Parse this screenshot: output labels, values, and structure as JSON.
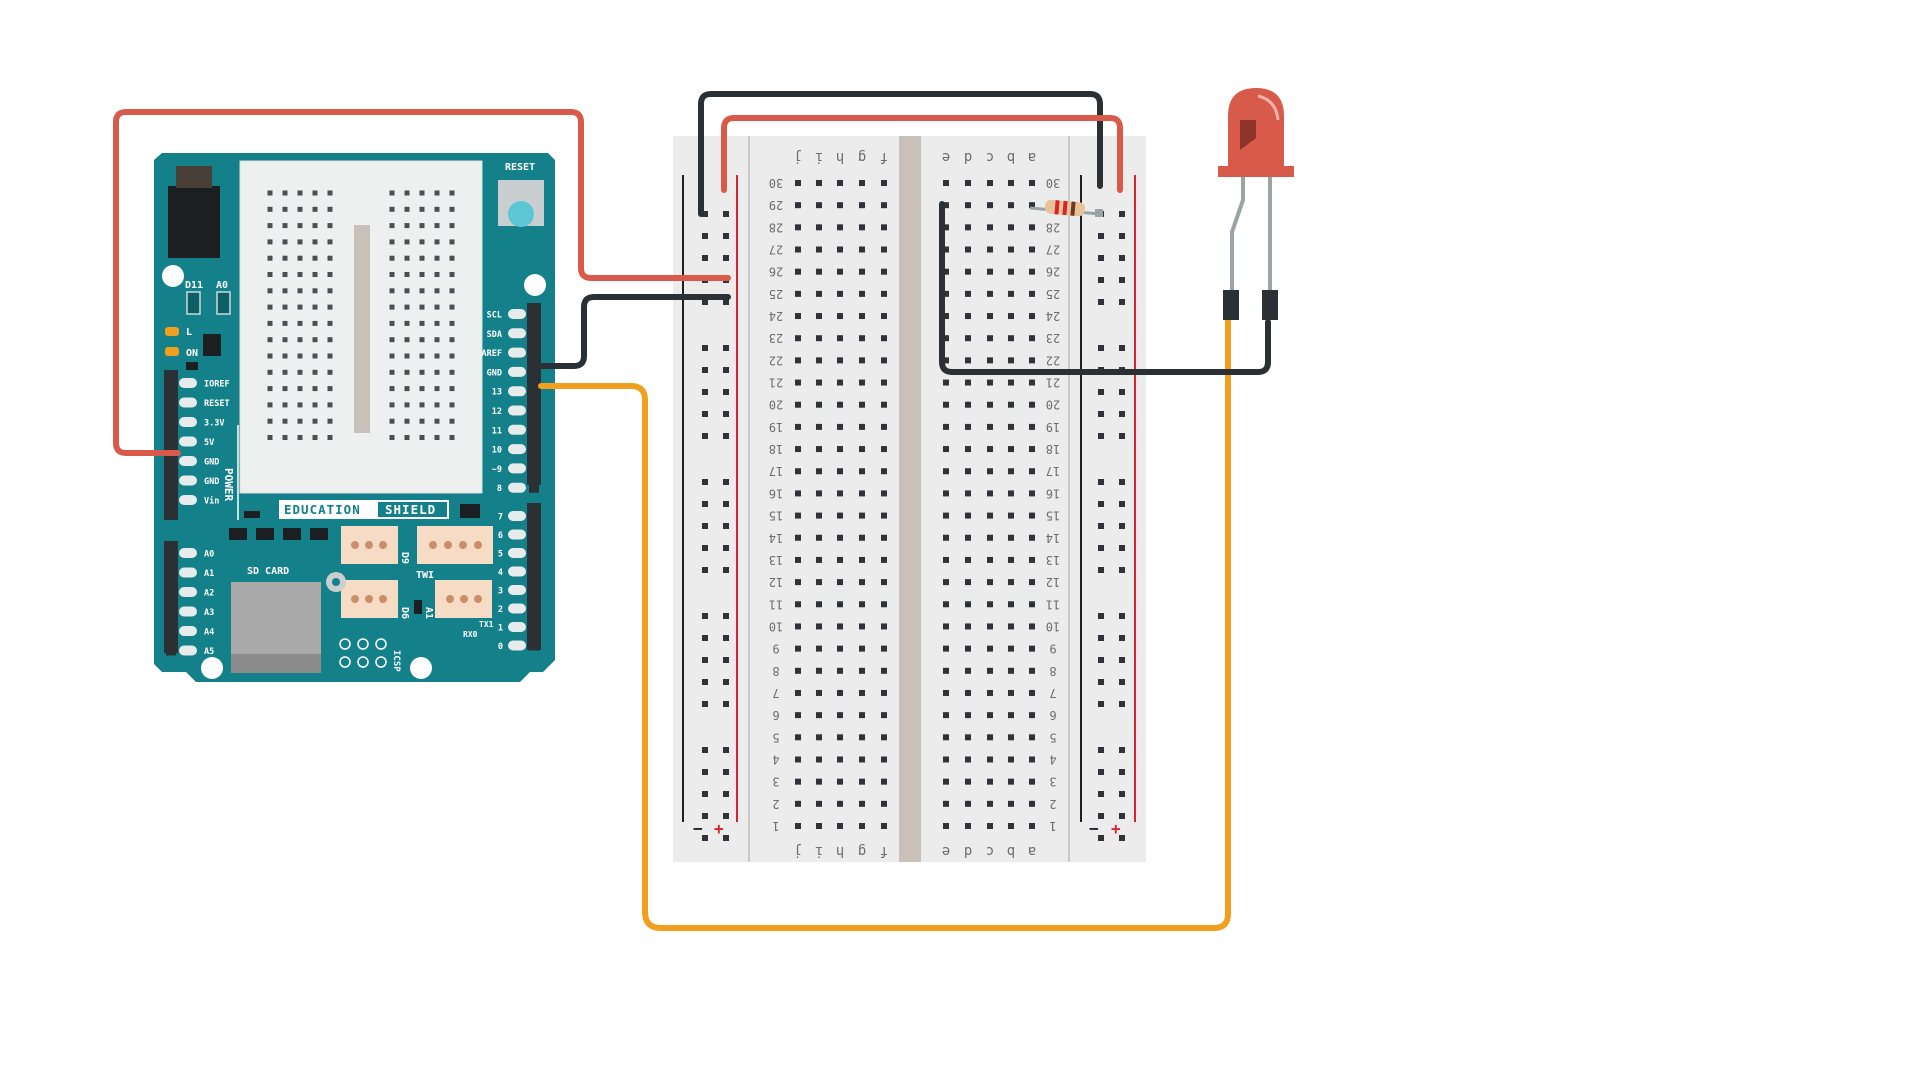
{
  "colors": {
    "board": "#14808a",
    "board_dark": "#0d5f67",
    "wire_red": "#d95a4a",
    "wire_black": "#2b3035",
    "wire_orange": "#f0a01e",
    "breadboard": "#ececec",
    "breadboard_channel": "#c9c1b9",
    "hole": "#2f3338",
    "rail_red": "#d7262b",
    "rail_black": "#1e2124",
    "led_red": "#d75a4a",
    "leg": "#9aa3a5"
  },
  "shield": {
    "brand_left": "EDUCATION",
    "brand_right": "SHIELD",
    "reset_label": "RESET",
    "sd_card_label": "SD CARD",
    "power_label": "POWER",
    "icsp_label": "ICSP",
    "led_labels": {
      "d11": "D11",
      "a0": "A0",
      "l": "L",
      "on": "ON"
    },
    "power_pins": [
      "IOREF",
      "RESET",
      "3.3V",
      "5V",
      "GND",
      "GND",
      "Vin"
    ],
    "analog_pins": [
      "A0",
      "A1",
      "A2",
      "A3",
      "A4",
      "A5"
    ],
    "digital_top_pins": [
      "SCL",
      "SDA",
      "AREF",
      "GND",
      "13",
      "12",
      "11",
      "10",
      "~9",
      "8"
    ],
    "digital_bottom_pins": [
      "7",
      "6",
      "5",
      "4",
      "3",
      "2",
      "1",
      "0"
    ],
    "connector_labels": {
      "d9": "D9",
      "twi": "TWI",
      "d6": "D6",
      "a1": "A1"
    },
    "serial_labels": {
      "rx": "RX0",
      "tx": "TX1"
    }
  },
  "breadboard": {
    "columns_left": [
      "f",
      "g",
      "h",
      "i",
      "j"
    ],
    "columns_right": [
      "a",
      "b",
      "c",
      "d",
      "e"
    ],
    "row_count": 30,
    "rail_minus": "−",
    "rail_plus": "+"
  },
  "components": {
    "resistor": {
      "bands": [
        "#d7262b",
        "#d7262b",
        "#6b3a1f"
      ]
    },
    "led": {
      "color": "red"
    }
  }
}
